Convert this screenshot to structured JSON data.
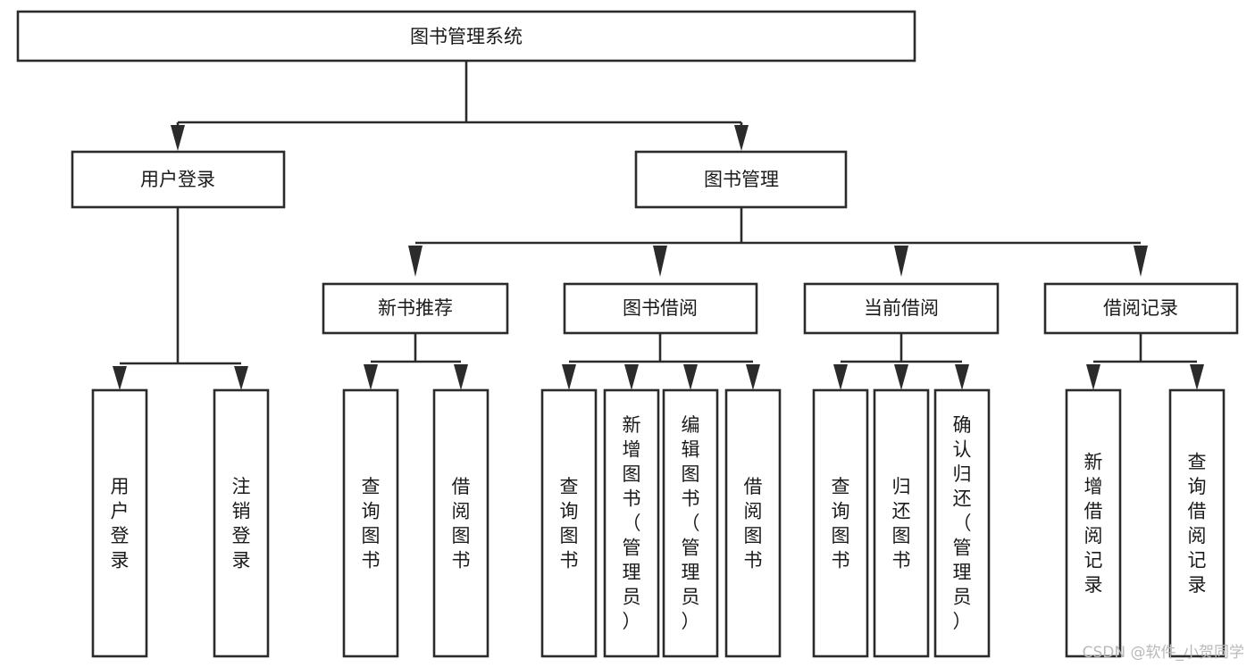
{
  "diagram": {
    "type": "tree-hierarchy-chart",
    "title": "图书管理系统",
    "watermark": "CSDN @软件_小贺同学",
    "colors": {
      "stroke": "#2b2b2b",
      "fill": "#ffffff",
      "text": "#1a1a1a",
      "watermark": "#b9b9b9",
      "background": "#ffffff"
    },
    "levels": {
      "level1": [
        "图书管理系统"
      ],
      "level2": [
        "用户登录",
        "图书管理"
      ],
      "level3": [
        "新书推荐",
        "图书借阅",
        "当前借阅",
        "借阅记录"
      ],
      "level4": [
        "用户登录",
        "注销登录",
        "查询图书",
        "借阅图书",
        "查询图书",
        "新增图书（管理员）",
        "编辑图书（管理员）",
        "借阅图书",
        "查询图书",
        "归还图书",
        "确认归还（管理员）",
        "新增借阅记录",
        "查询借阅记录"
      ]
    },
    "nodes": {
      "root": {
        "label": "图书管理系统"
      },
      "user_login": {
        "label": "用户登录"
      },
      "book_manage": {
        "label": "图书管理"
      },
      "new_book_rec": {
        "label": "新书推荐"
      },
      "book_borrow": {
        "label": "图书借阅"
      },
      "current_borrow": {
        "label": "当前借阅"
      },
      "borrow_record": {
        "label": "借阅记录"
      },
      "leaf_user_login": {
        "label": "用户登录"
      },
      "leaf_logout": {
        "label": "注销登录"
      },
      "leaf_query_book_a": {
        "label": "查询图书"
      },
      "leaf_borrow_book_a": {
        "label": "借阅图书"
      },
      "leaf_query_book_b": {
        "label": "查询图书"
      },
      "leaf_add_book_admin": {
        "label": "新增图书（管理员）"
      },
      "leaf_edit_book_admin": {
        "label": "编辑图书（管理员）"
      },
      "leaf_borrow_book_b": {
        "label": "借阅图书"
      },
      "leaf_query_book_c": {
        "label": "查询图书"
      },
      "leaf_return_book": {
        "label": "归还图书"
      },
      "leaf_confirm_return_admin": {
        "label": "确认归还（管理员）"
      },
      "leaf_add_borrow_record": {
        "label": "新增借阅记录"
      },
      "leaf_query_borrow_record": {
        "label": "查询借阅记录"
      }
    },
    "edges": [
      {
        "from": "图书管理系统",
        "to": "用户登录"
      },
      {
        "from": "图书管理系统",
        "to": "图书管理"
      },
      {
        "from": "用户登录",
        "to": "用户登录"
      },
      {
        "from": "用户登录",
        "to": "注销登录"
      },
      {
        "from": "图书管理",
        "to": "新书推荐"
      },
      {
        "from": "图书管理",
        "to": "图书借阅"
      },
      {
        "from": "图书管理",
        "to": "当前借阅"
      },
      {
        "from": "图书管理",
        "to": "借阅记录"
      },
      {
        "from": "新书推荐",
        "to": "查询图书"
      },
      {
        "from": "新书推荐",
        "to": "借阅图书"
      },
      {
        "from": "图书借阅",
        "to": "查询图书"
      },
      {
        "from": "图书借阅",
        "to": "新增图书（管理员）"
      },
      {
        "from": "图书借阅",
        "to": "编辑图书（管理员）"
      },
      {
        "from": "图书借阅",
        "to": "借阅图书"
      },
      {
        "from": "当前借阅",
        "to": "查询图书"
      },
      {
        "from": "当前借阅",
        "to": "归还图书"
      },
      {
        "from": "当前借阅",
        "to": "确认归还（管理员）"
      },
      {
        "from": "借阅记录",
        "to": "新增借阅记录"
      },
      {
        "from": "借阅记录",
        "to": "查询借阅记录"
      }
    ]
  }
}
